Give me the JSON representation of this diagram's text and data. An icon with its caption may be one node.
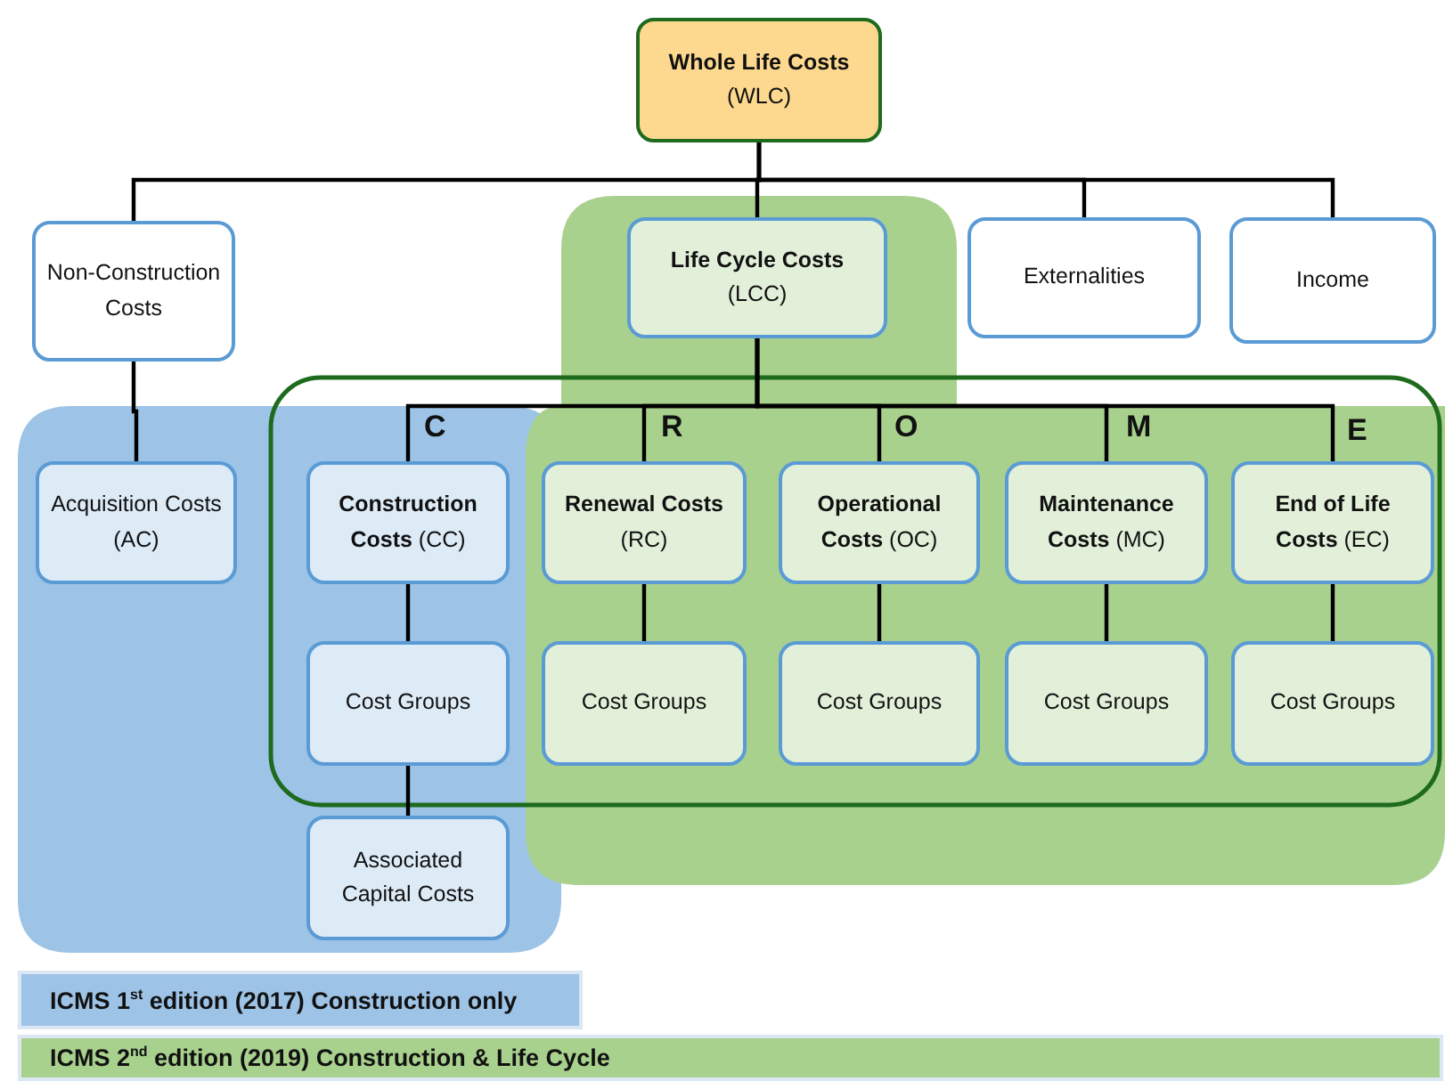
{
  "diagram": {
    "nodes": [
      {
        "text": [
          "**Whole Life Costs** (WLC)"
        ]
      },
      {
        "text": [
          "Non-Construction Costs"
        ]
      },
      {
        "text": [
          "**Life Cycle Costs** (LCC)"
        ]
      },
      {
        "text": [
          "Externalities"
        ]
      },
      {
        "text": [
          "Income"
        ]
      },
      {
        "text": [
          "Acquisition Costs (AC)"
        ]
      },
      {
        "text": [
          "**Construction Costs** (CC)"
        ]
      },
      {
        "text": [
          "**Renewal Costs** (RC)"
        ]
      },
      {
        "text": [
          "**Operational Costs** (OC)"
        ]
      },
      {
        "text": [
          "**Maintenance Costs** (MC)"
        ]
      },
      {
        "text": [
          "**End of Life Costs** (EC)"
        ]
      },
      {
        "text": [
          "Cost Groups"
        ]
      },
      {
        "text": [
          "Cost Groups"
        ]
      },
      {
        "text": [
          "Cost Groups"
        ]
      },
      {
        "text": [
          "Cost Groups"
        ]
      },
      {
        "text": [
          "Cost Groups"
        ]
      },
      {
        "text": [
          "Associated Capital Costs"
        ]
      }
    ],
    "edges": [
      {
        "from": 0,
        "to": 1,
        "arrow": "none"
      },
      {
        "from": 0,
        "to": 2,
        "arrow": "none"
      },
      {
        "from": 0,
        "to": 3,
        "arrow": "none"
      },
      {
        "from": 0,
        "to": 4,
        "arrow": "none"
      },
      {
        "from": 1,
        "to": 5,
        "arrow": "none"
      },
      {
        "from": 2,
        "to": 6,
        "arrow": "none"
      },
      {
        "from": 2,
        "to": 7,
        "arrow": "none"
      },
      {
        "from": 2,
        "to": 8,
        "arrow": "none"
      },
      {
        "from": 2,
        "to": 9,
        "arrow": "none"
      },
      {
        "from": 2,
        "to": 10,
        "arrow": "none"
      },
      {
        "from": 6,
        "to": 11,
        "arrow": "none"
      },
      {
        "from": 7,
        "to": 12,
        "arrow": "none"
      },
      {
        "from": 8,
        "to": 13,
        "arrow": "none"
      },
      {
        "from": 9,
        "to": 14,
        "arrow": "none"
      },
      {
        "from": 10,
        "to": 15,
        "arrow": "none"
      },
      {
        "from": 11,
        "to": 16,
        "arrow": "none"
      }
    ],
    "labels": [
      "C",
      "R",
      "O",
      "M",
      "E"
    ],
    "legend": [
      {
        "text": "ICMS 1$^{st}$ edition (2017) Construction only",
        "color": "#9dc3e6"
      },
      {
        "text": "ICMS 2$^{nd}$ edition (2019) Construction & Life Cycle",
        "color": "#a9d18e"
      }
    ]
  }
}
